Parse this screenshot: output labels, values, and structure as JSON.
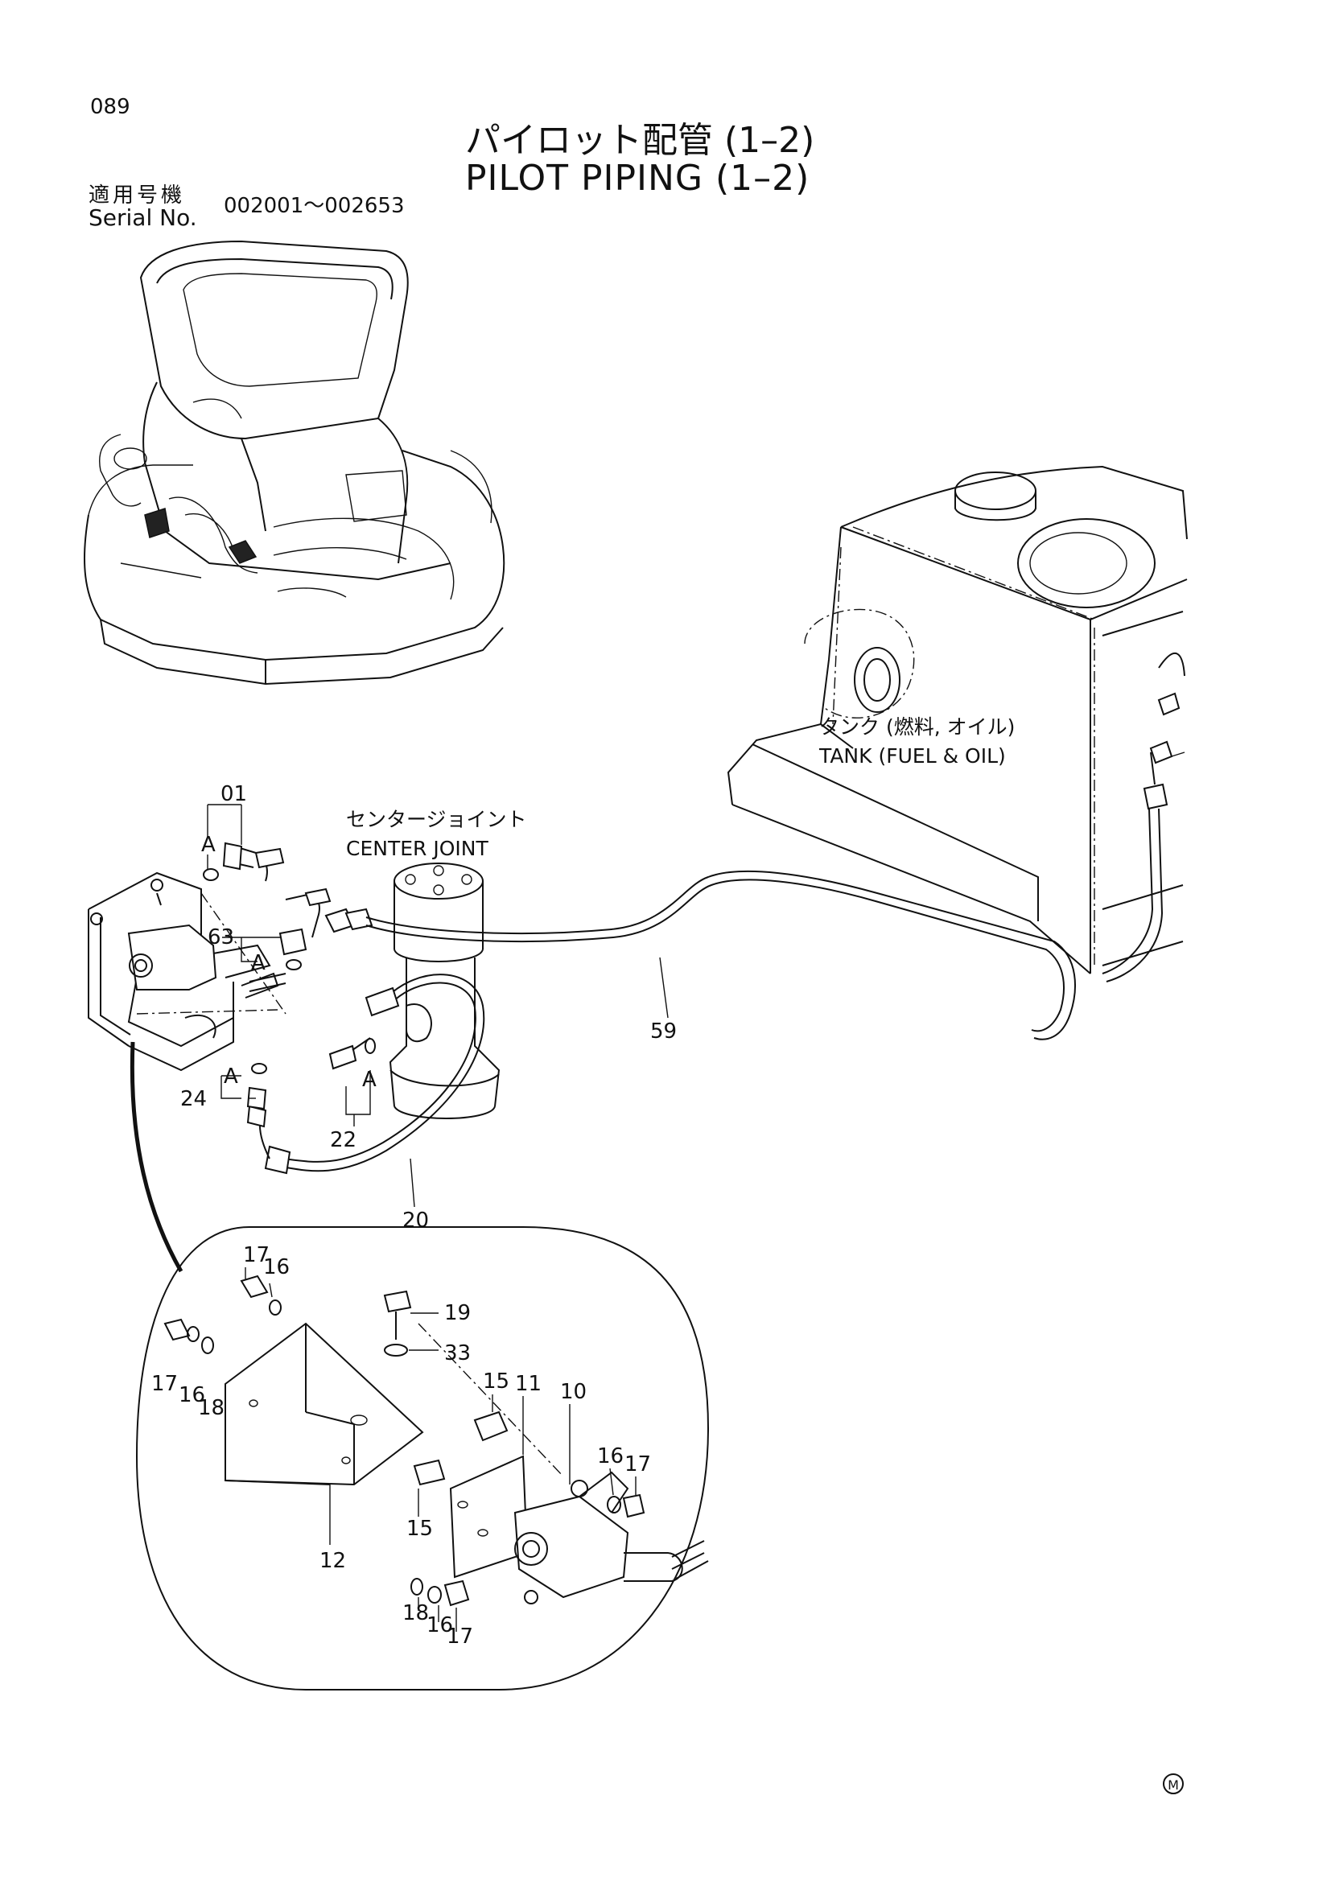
{
  "header": {
    "page_number": "089",
    "title_ja": "パイロット配管 (1–2)",
    "title_en": "PILOT PIPING (1–2)",
    "serial_label_ja": "適用号機",
    "serial_label_en": "Serial No.",
    "serial_range": "002001～002653"
  },
  "labels": {
    "tank_ja": "タンク (燃料, オイル)",
    "tank_en": "TANK (FUEL & OIL)",
    "center_joint_ja": "センタージョイント",
    "center_joint_en": "CENTER JOINT",
    "detail_ref": "A",
    "maker_mark": "M"
  },
  "parts": {
    "p01": "01",
    "p63": "63",
    "p59": "59",
    "p24": "24",
    "p22": "22",
    "p20": "20",
    "p17": "17",
    "p16": "16",
    "p18": "18",
    "p19": "19",
    "p33": "33",
    "p15": "15",
    "p11": "11",
    "p10": "10",
    "p12": "12"
  }
}
